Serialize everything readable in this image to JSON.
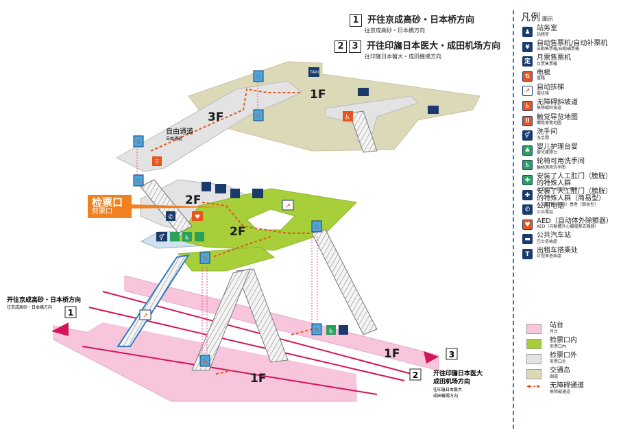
{
  "header": {
    "route1": {
      "num": "1",
      "main": "开往京成高砂・日本桥方向",
      "sub": "往京成高砂・日本橋方向"
    },
    "route23": {
      "num_a": "2",
      "num_b": "3",
      "main": "开往印旛日本医大・成田机场方向",
      "sub": "往印旛日本醫大・成田機場方向"
    }
  },
  "legend": {
    "title": "凡例",
    "title_sub": "圖示",
    "items": [
      {
        "icon": "station-office-icon",
        "main": "站务室",
        "sub": "站務室",
        "color": "#1a3a6b",
        "glyph": "♟"
      },
      {
        "icon": "ticket-machine-icon",
        "main": "自动售票机/自动补票机",
        "sub": "自動售票機/自動補票機",
        "color": "#1a3a6b",
        "glyph": "¥"
      },
      {
        "icon": "commuter-pass-icon",
        "main": "月票售票机",
        "sub": "月票售票機",
        "color": "#1a3a6b",
        "glyph": "定"
      },
      {
        "icon": "elevator-icon",
        "main": "电梯",
        "sub": "電梯",
        "color": "#e8541e",
        "glyph": "⇅"
      },
      {
        "icon": "escalator-icon",
        "main": "自动扶梯",
        "sub": "電扶梯",
        "color": "#ffffff",
        "glyph": "↗"
      },
      {
        "icon": "ramp-icon",
        "main": "无障碍斜坡道",
        "sub": "無障礙斜坡道",
        "color": "#e8541e",
        "glyph": "♿"
      },
      {
        "icon": "tactile-map-icon",
        "main": "触觉导览地图",
        "sub": "觸覺導覽地圖",
        "color": "#e8541e",
        "glyph": "⠿"
      },
      {
        "icon": "toilet-icon",
        "main": "洗手间",
        "sub": "洗手間",
        "color": "#1a3a6b",
        "glyph": "⚥"
      },
      {
        "icon": "baby-changing-icon",
        "main": "婴儿护理台婴",
        "sub": "嬰兒護理台",
        "color": "#2aa05a",
        "glyph": "♣"
      },
      {
        "icon": "wheelchair-toilet-icon",
        "main": "轮椅可用洗手间",
        "sub": "輪椅適用洗手間",
        "color": "#2aa05a",
        "glyph": "♿"
      },
      {
        "icon": "ostomate-icon",
        "main": "安装了人工肛门（膀胱）的特殊人群",
        "sub": "人工肛門（膀胱）患者",
        "color": "#2aa05a",
        "glyph": "✚"
      },
      {
        "icon": "ostomate-simple-icon",
        "main": "安装了人工肛门（膀胱）的特殊人群（简易型）",
        "sub": "人工肛門（膀胱）患者（簡易型）",
        "color": "#1a3a6b",
        "glyph": "✚"
      },
      {
        "icon": "public-phone-icon",
        "main": "公用电话",
        "sub": "公共電話",
        "color": "#1a3a6b",
        "glyph": "✆"
      },
      {
        "icon": "aed-icon",
        "main": "AED（自动体外除颤器）",
        "sub": "AED（向動體外心臟電擊去顫器）",
        "color": "#e8541e",
        "glyph": "♥"
      },
      {
        "icon": "bus-stop-icon",
        "main": "公共汽车站",
        "sub": "巴士搭乘處",
        "color": "#1a3a6b",
        "glyph": "▬"
      },
      {
        "icon": "taxi-icon",
        "main": "出租车搭乘处",
        "sub": "計程車搭乘處",
        "color": "#1a3a6b",
        "glyph": "T"
      }
    ],
    "areas": [
      {
        "main": "站台",
        "sub": "月台",
        "color": "#f7c6dc"
      },
      {
        "main": "检票口内",
        "sub": "剪票口內",
        "color": "#a6cf3a"
      },
      {
        "main": "检票口外",
        "sub": "剪票口外",
        "color": "#e3e3e3"
      },
      {
        "main": "交通岛",
        "sub": "圓環",
        "color": "#dcd9b8"
      }
    ],
    "barrier_free": {
      "main": "无障碍通道",
      "sub": "無障礙通道"
    }
  },
  "floors": {
    "f3": "3F",
    "f2_gate_out": "2F",
    "f2_gate_in": "2F",
    "f1_plaza": "1F",
    "f1_platform_upper": "1F",
    "f1_platform_lower": "1F"
  },
  "labels": {
    "free_passage": "自由通道",
    "free_passage_sub": "自由通道",
    "ticket_gate": "检票口",
    "ticket_gate_sub": "剪票口",
    "taxi_sign": "TAXI"
  },
  "platform_dirs": {
    "left": {
      "num": "1",
      "main": "开往京成高砂・日本桥方向",
      "sub": "往京成高砂・日本橋方向"
    },
    "right_num_3": "3",
    "right_num_2": "2",
    "right": {
      "main1": "开往印旛日本医大",
      "main2": "成田机场方向",
      "sub1": "往印旛日本醫大",
      "sub2": "成田機場方向"
    }
  },
  "colors": {
    "platform": "#f7c6dc",
    "gate_inside": "#a6cf3a",
    "gate_outside": "#e3e3e3",
    "plaza": "#dcd9b8",
    "track": "#d4145a",
    "route_dash": "#e8541e",
    "callout": "#f08020",
    "legend_divider": "#2e7bbf"
  }
}
